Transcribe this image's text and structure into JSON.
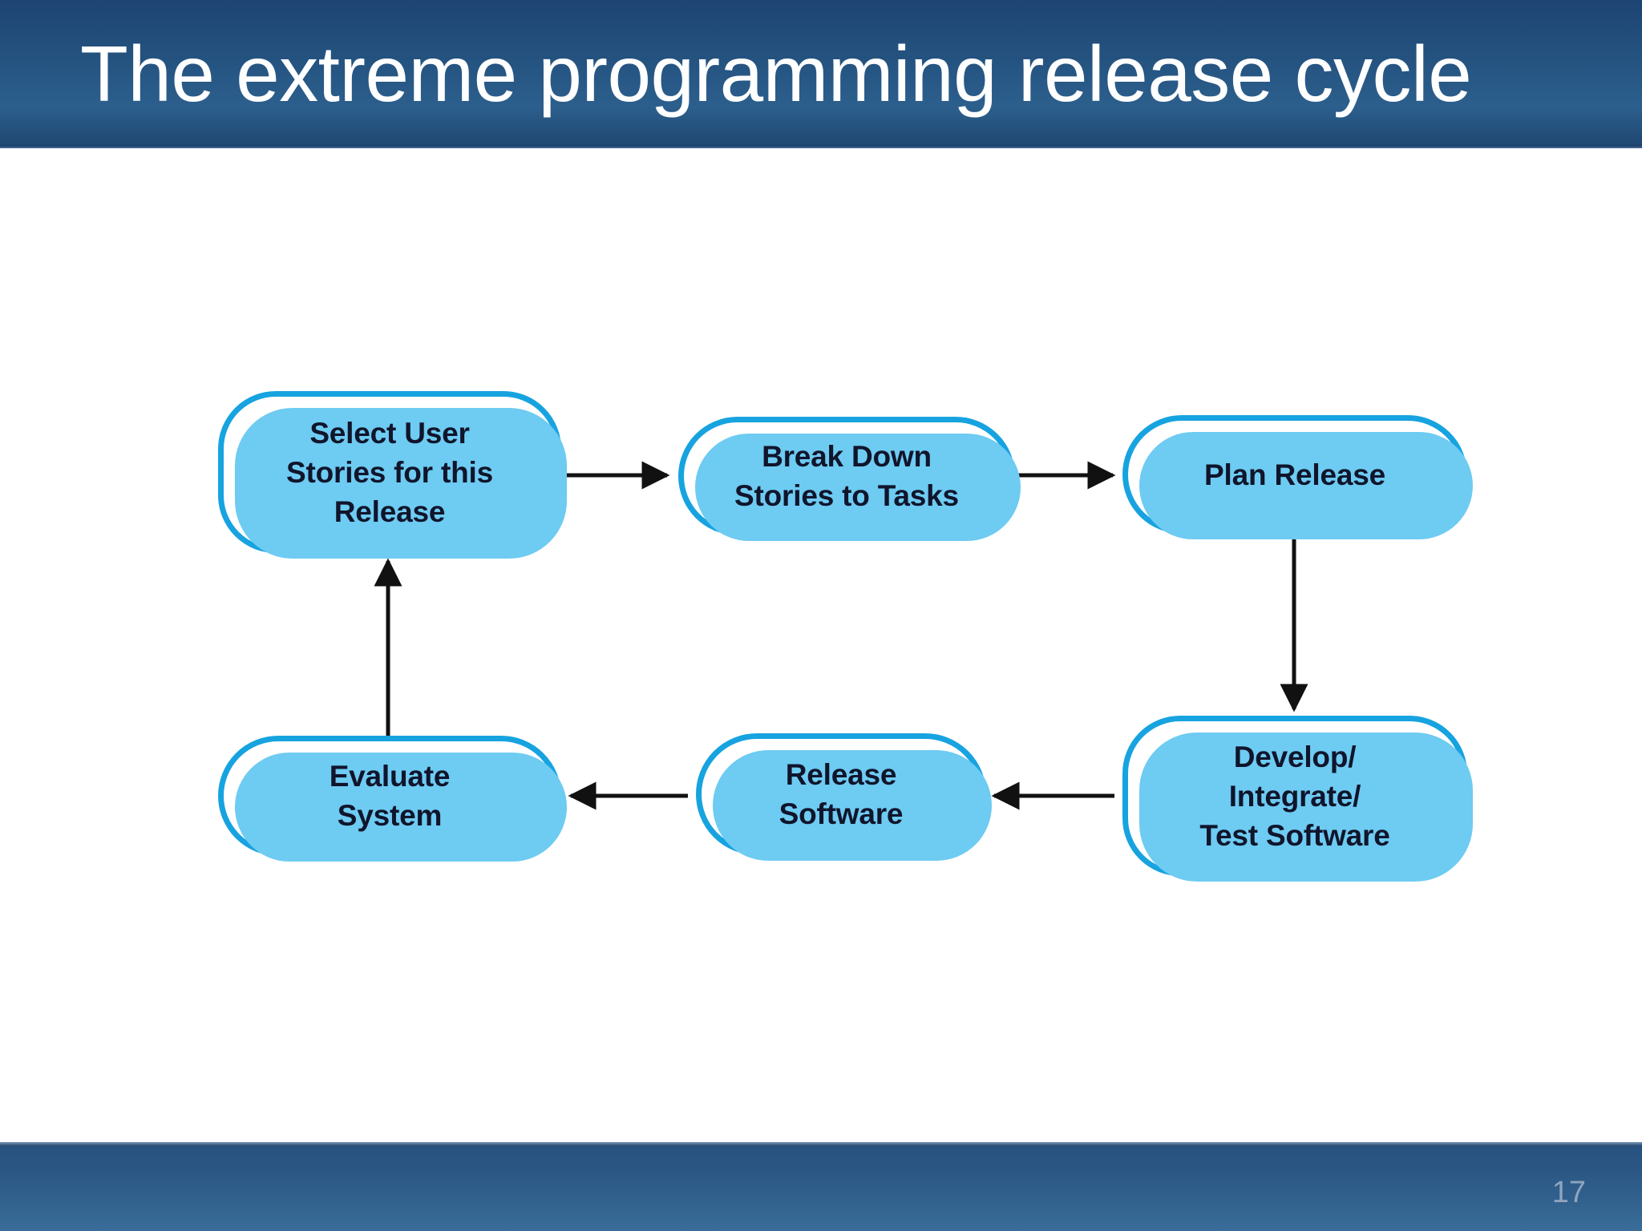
{
  "slide": {
    "title": "The extreme programming release cycle",
    "page_number": "17",
    "title_bar_color": "#24527f",
    "footer_bar_color": "#2f5d8a",
    "background_color": "#ffffff"
  },
  "diagram": {
    "type": "cycle-flowchart",
    "node_border_color": "#17a3e0",
    "node_shadow_color": "#6ecbf2",
    "node_fill_color": "#ffffff",
    "node_text_color": "#10152b",
    "connector_color": "#111111",
    "nodes": [
      {
        "id": "select-user-stories",
        "label": "Select User\nStories for this\nRelease"
      },
      {
        "id": "break-down-stories",
        "label": "Break Down\nStories to Tasks"
      },
      {
        "id": "plan-release",
        "label": "Plan Release"
      },
      {
        "id": "develop-integrate-test",
        "label": "Develop/\nIntegrate/\nTest Software"
      },
      {
        "id": "release-software",
        "label": "Release\nSoftware"
      },
      {
        "id": "evaluate-system",
        "label": "Evaluate\nSystem"
      }
    ],
    "edges": [
      {
        "from": "select-user-stories",
        "to": "break-down-stories",
        "direction": "right"
      },
      {
        "from": "break-down-stories",
        "to": "plan-release",
        "direction": "right"
      },
      {
        "from": "plan-release",
        "to": "develop-integrate-test",
        "direction": "down"
      },
      {
        "from": "develop-integrate-test",
        "to": "release-software",
        "direction": "left"
      },
      {
        "from": "release-software",
        "to": "evaluate-system",
        "direction": "left"
      },
      {
        "from": "evaluate-system",
        "to": "select-user-stories",
        "direction": "up"
      }
    ]
  }
}
